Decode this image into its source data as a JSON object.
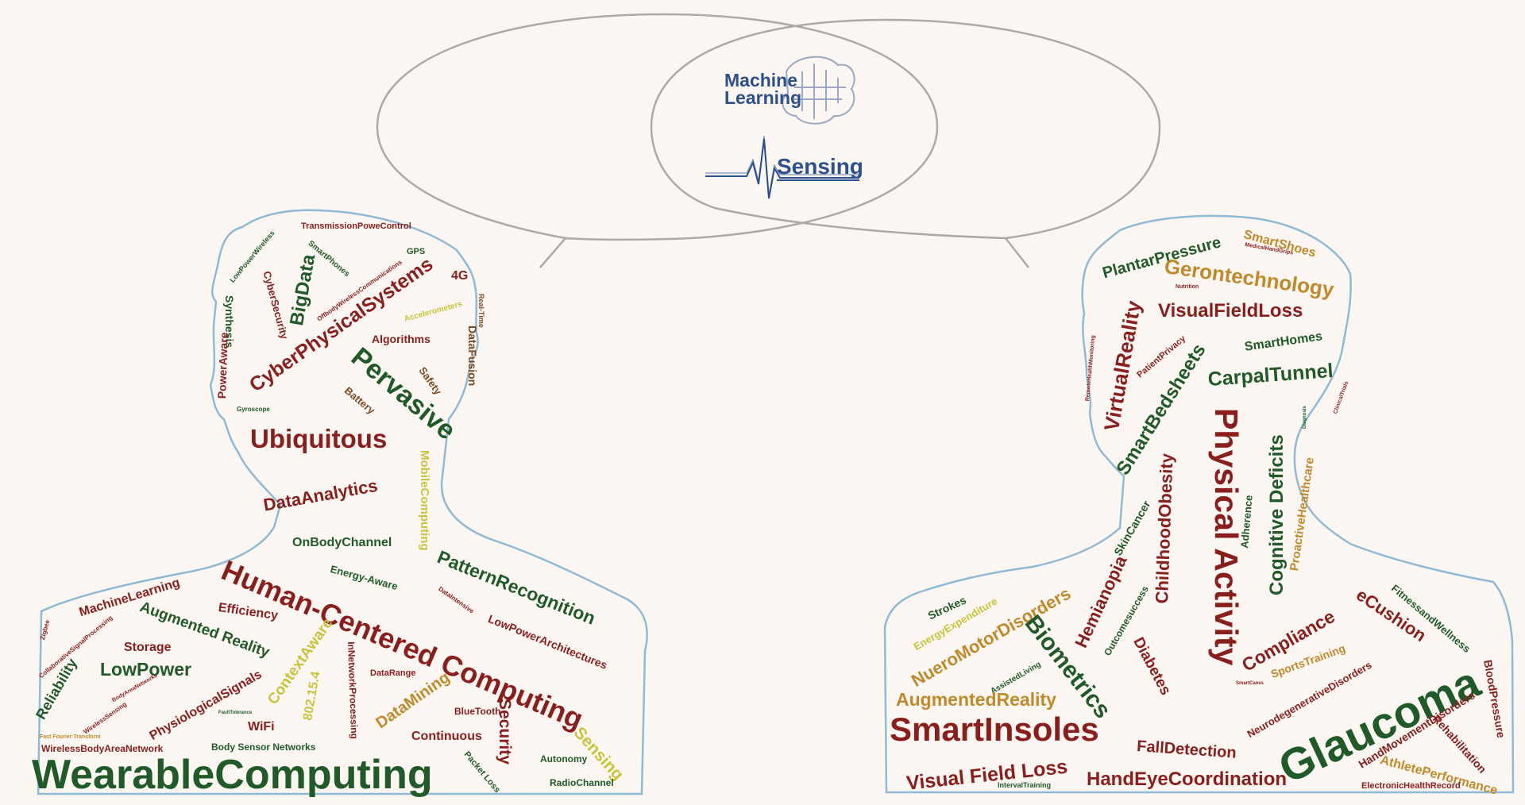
{
  "bubble": {
    "machine_learning_line1": "Machine",
    "machine_learning_line2": "Learning",
    "sensing": "Sensing"
  },
  "left_head": {
    "TransmissionPoweControl": "TransmissionPoweControl",
    "LowPowerWireless": "LowPowerWireless",
    "SmartPhones": "SmartPhones",
    "GPS": "GPS",
    "Synthesis": "Synthesis",
    "CyberSecurity": "CyberSecurity",
    "BigData": "BigData",
    "OffbodyWirelessCommunications": "OffbodyWirelessCommunications",
    "FourG": "4G",
    "RealTime": "Real-Time",
    "Accelerometers": "Accelerometers",
    "CyberPhysicalSystems": "CyberPhysicalSystems",
    "PowerAware": "PowerAware",
    "Algorithms": "Algorithms",
    "DataFusion": "DataFusion",
    "Pervasive": "Pervasive",
    "Safety": "Safety",
    "Battery": "Battery",
    "Gyroscope": "Gyroscope",
    "Ubiquitous": "Ubiquitous",
    "MobileComputing": "MobileComputing",
    "DataAnalytics": "DataAnalytics",
    "OnBodyChannel": "OnBodyChannel",
    "PatternRecognition": "PatternRecognition",
    "EnergyAware": "Energy-Aware",
    "MachineLearning": "MachineLearning",
    "HumanCenteredComputing": "Human-Centered Computing",
    "DataIntensive": "DataIntensive",
    "LowPowerArchitectures": "LowPowerArchitectures",
    "Efficiency": "Efficiency",
    "AugmentedReality": "Augmented Reality",
    "Zigbee": "Zigbee",
    "CollaborativeSignalProcessing": "CollaborativeSignalProcessing",
    "Storage": "Storage",
    "LowPower": "LowPower",
    "ContextAware": "ContextAware",
    "Std802154": "802.15.4",
    "InNetworkProcessing": "InNetworkProcessing",
    "DataRange": "DataRange",
    "DataMining": "DataMining",
    "Reliability": "Reliability",
    "PhysiologicalSignals": "PhysiologicalSignals",
    "WiFi": "WiFi",
    "BlueTooth": "BlueTooth",
    "Security": "Security",
    "Continuous": "Continuous",
    "SensingWord": "Sensing",
    "WirelessSensing": "WirelessSensing",
    "BodyAreaNetworks": "BodyAreaNetworks",
    "FastFourierTransform": "Fast Fourier Transform",
    "WirelessBodyAreaNetwork": "WirelessBodyAreaNetwork",
    "BodySensorNetworks": "Body Sensor Networks",
    "Autonomy": "Autonomy",
    "PacketLoss": "Packet Loss",
    "RadioChannel": "RadioChannel",
    "FaultTolerance": "FaultTolerance",
    "WearableComputing": "WearableComputing"
  },
  "right_head": {
    "PlantarPressure": "PlantarPressure",
    "SmartShoes": "SmartShoes",
    "MedicalHandGrips": "MedicalHandGrips",
    "Gerontechnology": "Gerontechnology",
    "Nutrition": "Nutrition",
    "VisualFieldLoss": "VisualFieldLoss",
    "VirtualReality": "VirtualReality",
    "RemoteHealthMonitoring": "RemoteHealthMonitoring",
    "PatientPrivacy": "PatientPrivacy",
    "SmartHomes": "SmartHomes",
    "SmartBedsheets": "SmartBedsheets",
    "CarpalTunnel": "CarpalTunnel",
    "PhysicalActivity": "Physical Activity",
    "CognitiveDeficits": "Cognitive Deficits",
    "ClinicalTrials": "ClinicalTrials",
    "Diagnosis": "Diagnosis",
    "ProactiveHealthcare": "ProactiveHealthcare",
    "Adherence": "Adherence",
    "ChildhoodObesity": "ChildhoodObesity",
    "SkinCancer": "SkinCancer",
    "Strokes": "Strokes",
    "EnergyExpenditure": "EnergyExpenditure",
    "NueroMotorDisorders": "NueroMotorDisorders",
    "Hemianopia": "Hemianopia",
    "Outcomesuccess": "Outcomesuccess",
    "Biometrics": "Biometrics",
    "Diabetes": "Diabetes",
    "eCushion": "eCushion",
    "FitnessandWellness": "FitnessandWellness",
    "Compliance": "Compliance",
    "SportsTraining": "SportsTraining",
    "NeurodegenerativeDisorders": "NeurodegenerativeDisorders",
    "BloodPressure": "BloodPressure",
    "AssistedLiving": "AssistedLiving",
    "Glaucoma": "Glaucoma",
    "SmartCanes": "SmartCanes",
    "AugmentedRealityR": "AugmentedReality",
    "SmartInsoles": "SmartInsoles",
    "HandMovementDisorders": "HandMovementDisorders",
    "Rehabilitation": "Rehabilitation",
    "FallDetection": "FallDetection",
    "VisualFieldLoss2": "Visual Field Loss",
    "AthletePerformance": "AthletePerformance",
    "IntervalTraining": "IntervalTraining",
    "HandEyeCoordination": "HandEyeCoordination",
    "ElectronicHealthRecord": "ElectronicHealthRecord"
  }
}
